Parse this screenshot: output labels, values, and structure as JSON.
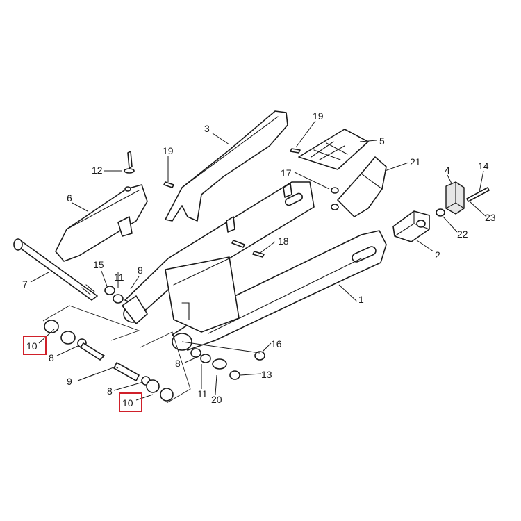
{
  "diagram": {
    "highlight_color": "#d0202a",
    "line_color": "#1a1a1a",
    "callouts": {
      "c1": "1",
      "c2": "2",
      "c3": "3",
      "c4": "4",
      "c5": "5",
      "c6": "6",
      "c7": "7",
      "c8a": "8",
      "c8b": "8",
      "c8c": "8",
      "c8d": "8",
      "c9": "9",
      "c10a": "10",
      "c10b": "10",
      "c11a": "11",
      "c11b": "11",
      "c12": "12",
      "c13": "13",
      "c14": "14",
      "c15": "15",
      "c16": "16",
      "c17": "17",
      "c18": "18",
      "c19a": "19",
      "c19b": "19",
      "c20": "20",
      "c21": "21",
      "c22": "22",
      "c23": "23"
    }
  }
}
